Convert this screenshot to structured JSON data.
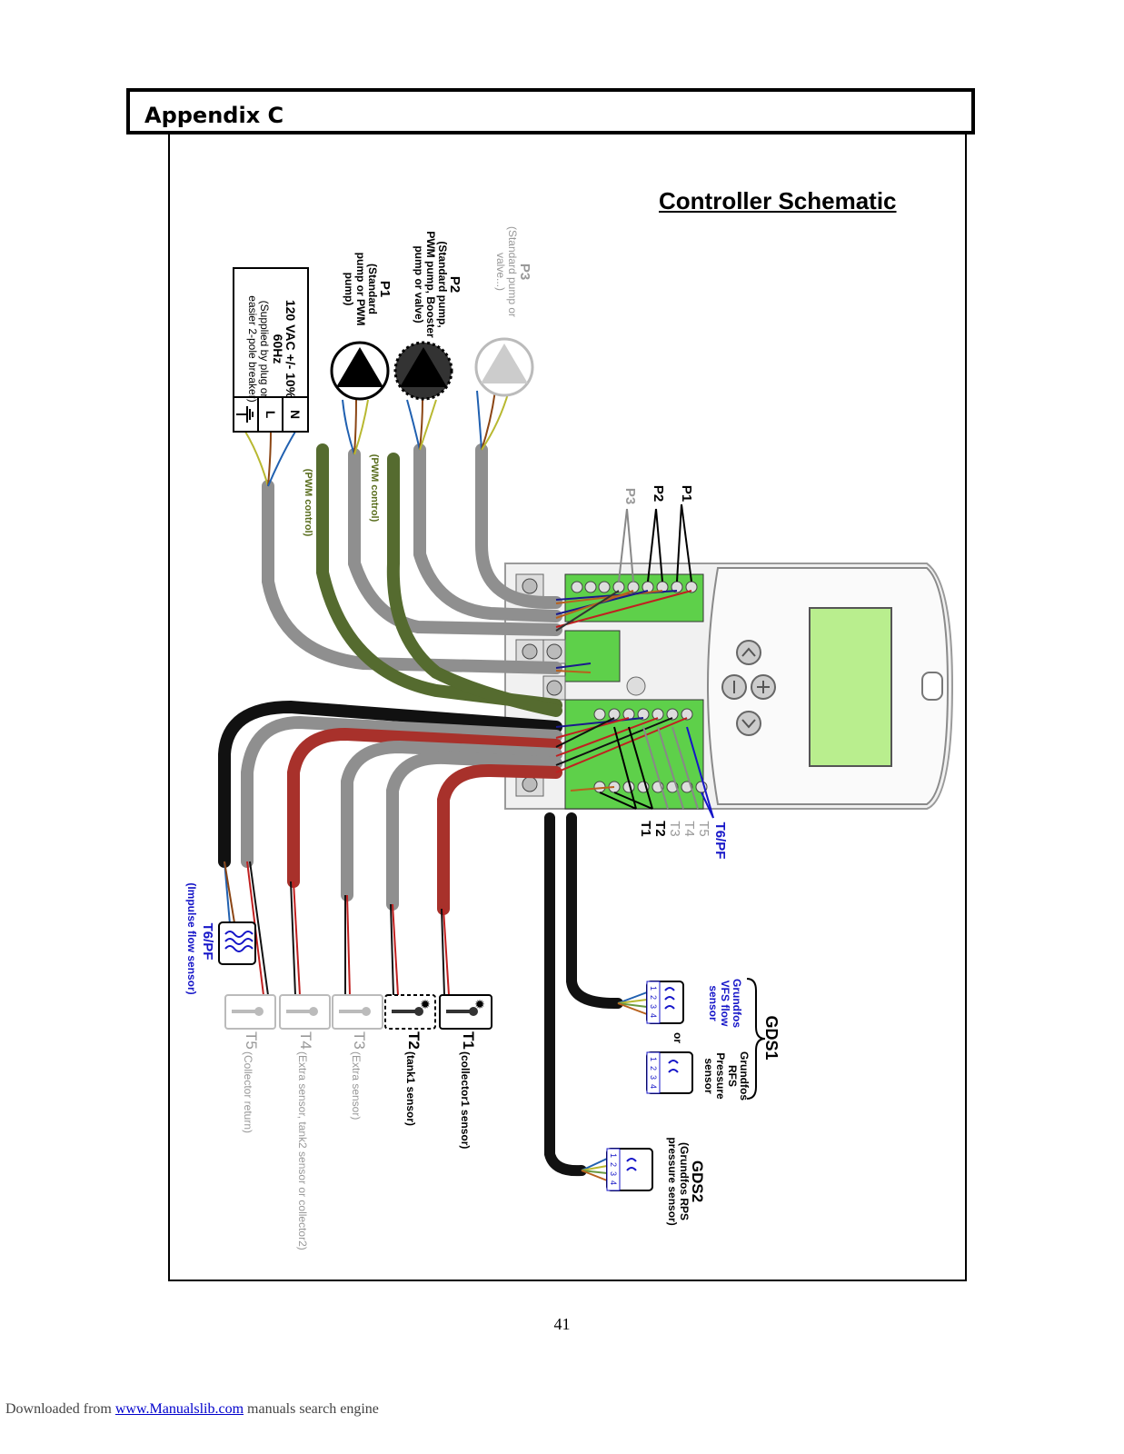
{
  "header": {
    "title": "Appendix C"
  },
  "diagram_title": "Controller Schematic",
  "power": {
    "line1": "120 VAC +/- 10%",
    "line2": "60Hz",
    "line3": "(Supplied by plug or",
    "line4": "easier 2-pole breaker)",
    "n": "N",
    "l": "L"
  },
  "pumps": {
    "p1": {
      "label": "P1",
      "d1": "(Standard",
      "d2": "pump or PWM",
      "d3": "pump)"
    },
    "p2": {
      "label": "P2",
      "d1": "(Standard pump,",
      "d2": "PWM pump, Booster",
      "d3": "pump or valve)"
    },
    "p3": {
      "label": "P3",
      "d1": "(Standard pump or",
      "d2": "valve...)"
    },
    "pwm1": "(PWM control)",
    "pwm2": "(PWM control)"
  },
  "terminals": {
    "p1": "P1",
    "p2": "P2",
    "p3": "P3",
    "t1": "T1",
    "t2": "T2",
    "t3": "T3",
    "t4": "T4",
    "t5": "T5",
    "t6": "T6/PF"
  },
  "sensors": {
    "t6": {
      "label": "T6/PF",
      "desc": "(Impulse flow sensor)"
    },
    "t1": {
      "label": "T1",
      "desc": "(collector1 sensor)"
    },
    "t2": {
      "label": "T2",
      "desc": "(tank1 sensor)"
    },
    "t3": {
      "label": "T3",
      "desc": "(Extra sensor)"
    },
    "t4": {
      "label": "T4",
      "desc": "(Extra sensor, tank2 sensor or collector2)"
    },
    "t5": {
      "label": "T5",
      "desc": "(Collector return)"
    }
  },
  "gds1": {
    "label": "GDS1",
    "vfs1": "Grundfos",
    "vfs2": "VFS flow",
    "vfs3": "sensor",
    "or": "or",
    "rfs1": "Grundfos",
    "rfs2": "RFS",
    "rfs3": "Pressure",
    "rfs4": "sensor"
  },
  "gds2": {
    "label": "GDS2",
    "d1": "(Grundfos RPS",
    "d2": "pressure sensor)"
  },
  "pins": [
    "1",
    "2",
    "3",
    "4"
  ],
  "page_number": "41",
  "footer": {
    "prefix": "Downloaded from ",
    "link": "www.Manualslib.com",
    "suffix": " manuals search engine"
  },
  "colors": {
    "grey_cable": "#8f8f8f",
    "green_cable": "#556b2f",
    "red_cable": "#a8312b",
    "black_cable": "#111111",
    "board_green": "#5ed04a",
    "lcd": "#b9ee8e",
    "blue_text": "#1515c8",
    "olive_text": "#5a6e1e"
  }
}
